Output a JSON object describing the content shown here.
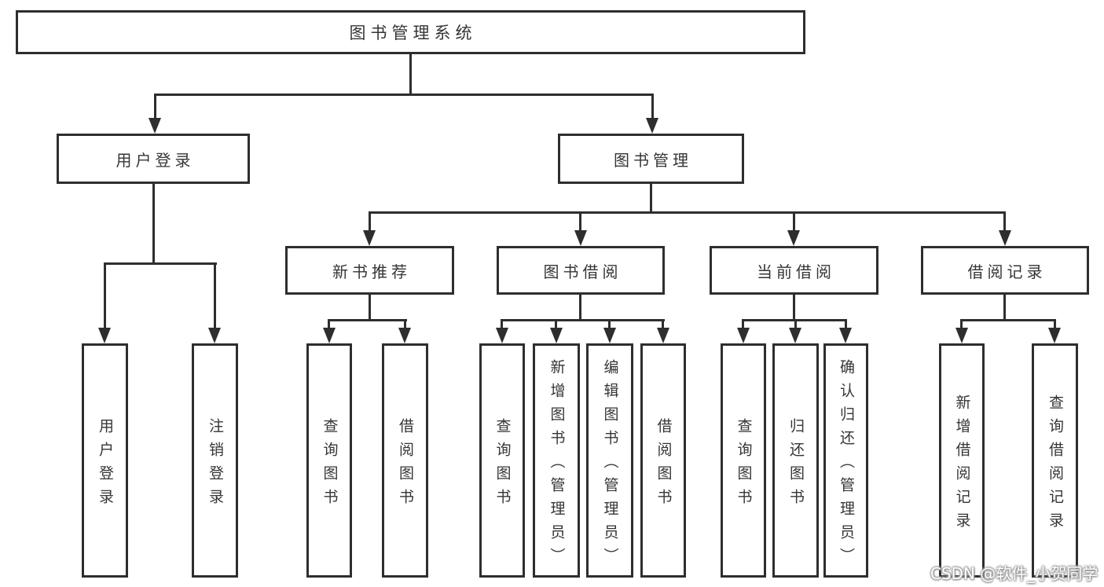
{
  "diagram": {
    "colors": {
      "line": "#2e2e2e",
      "background": "#ffffff",
      "text": "#353535"
    },
    "nodes": {
      "root": {
        "label": "图书管理系统",
        "children": [
          "用户登录",
          "图书管理"
        ]
      },
      "level2": [
        {
          "label": "用户登录",
          "children": [
            "用户登录",
            "注销登录"
          ]
        },
        {
          "label": "图书管理",
          "children": [
            "新书推荐",
            "图书借阅",
            "当前借阅",
            "借阅记录"
          ]
        }
      ],
      "level3": [
        {
          "label": "新书推荐",
          "children": [
            "查询图书",
            "借阅图书"
          ]
        },
        {
          "label": "图书借阅",
          "children": [
            "查询图书",
            "新增图书（管理员）",
            "编辑图书（管理员）",
            "借阅图书"
          ]
        },
        {
          "label": "当前借阅",
          "children": [
            "查询图书",
            "归还图书",
            "确认归还（管理员）"
          ]
        },
        {
          "label": "借阅记录",
          "children": [
            "新增借阅记录",
            "查询借阅记录"
          ]
        }
      ],
      "leaves": [
        {
          "label": "用户登录",
          "parent": "用户登录"
        },
        {
          "label": "注销登录",
          "parent": "用户登录"
        },
        {
          "label": "查询图书",
          "parent": "新书推荐"
        },
        {
          "label": "借阅图书",
          "parent": "新书推荐"
        },
        {
          "label": "查询图书",
          "parent": "图书借阅"
        },
        {
          "label": "新增图书（管理员）",
          "parent": "图书借阅"
        },
        {
          "label": "编辑图书（管理员）",
          "parent": "图书借阅"
        },
        {
          "label": "借阅图书",
          "parent": "图书借阅"
        },
        {
          "label": "查询图书",
          "parent": "当前借阅"
        },
        {
          "label": "归还图书",
          "parent": "当前借阅"
        },
        {
          "label": "确认归还（管理员）",
          "parent": "当前借阅"
        },
        {
          "label": "新增借阅记录",
          "parent": "借阅记录"
        },
        {
          "label": "查询借阅记录",
          "parent": "借阅记录"
        }
      ]
    }
  },
  "watermark": {
    "text": "CSDN @软件_小贺同学"
  }
}
